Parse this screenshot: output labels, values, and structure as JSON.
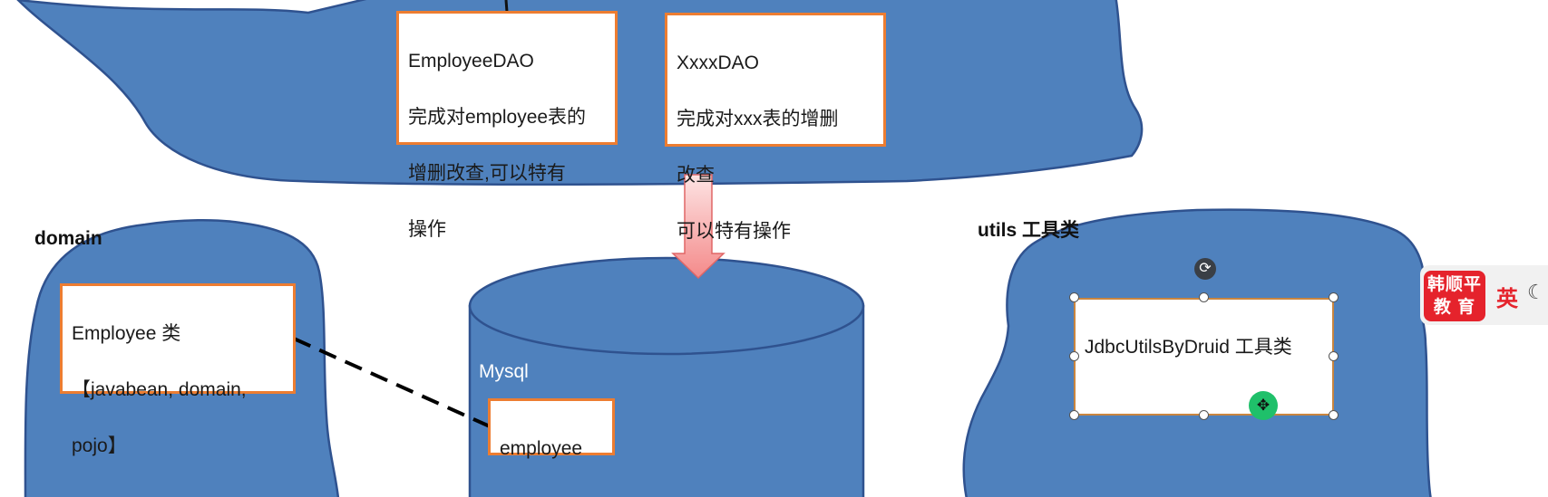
{
  "diagram": {
    "dao_layer": {
      "employee_dao": {
        "lines": [
          "EmployeeDAO",
          "完成对employee表的",
          "增删改查,可以特有",
          "操作"
        ]
      },
      "xxxx_dao": {
        "lines": [
          "XxxxDAO",
          "完成对xxx表的增删",
          "改查",
          "可以特有操作"
        ]
      }
    },
    "domain": {
      "label": "domain",
      "employee_class": {
        "lines": [
          "Employee 类",
          "【javabean, domain,",
          "pojo】"
        ]
      }
    },
    "database": {
      "label": "Mysql",
      "table": "employee"
    },
    "utils": {
      "label": "utils 工具类",
      "box_text": "JdbcUtilsByDruid 工具类"
    }
  },
  "overlay": {
    "brand_logo": "韩顺平\n教 育",
    "language_indicator": "英",
    "rotate_icon": "rotate-handle-icon",
    "move_icon": "move-cursor-icon",
    "moon_icon": "moon-icon"
  },
  "colors": {
    "shape_fill": "#4f81bd",
    "shape_stroke": "#2f528f",
    "box_border": "#ed7d31",
    "arrow_fill_top": "#fde4e4",
    "arrow_fill_bottom": "#f48a8a",
    "brand_red": "#e5232c",
    "cursor_green": "#1fc06a"
  }
}
